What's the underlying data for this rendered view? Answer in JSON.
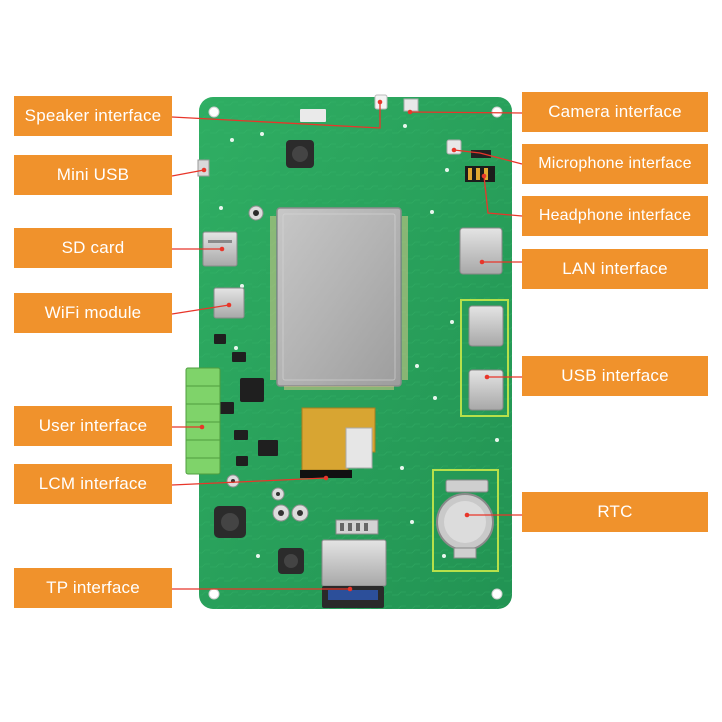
{
  "colors": {
    "label_bg": "#f0922c",
    "board": "#2aa05c",
    "leader_line": "#e8362a"
  },
  "labels": {
    "speaker": "Speaker interface",
    "mini_usb": "Mini USB",
    "sd_card": "SD card",
    "wifi": "WiFi module",
    "user": "User interface",
    "lcm": "LCM interface",
    "tp": "TP interface",
    "camera": "Camera interface",
    "microphone": "Microphone interface",
    "headphone": "Headphone interface",
    "lan": "LAN interface",
    "usb": "USB interface",
    "rtc": "RTC"
  }
}
